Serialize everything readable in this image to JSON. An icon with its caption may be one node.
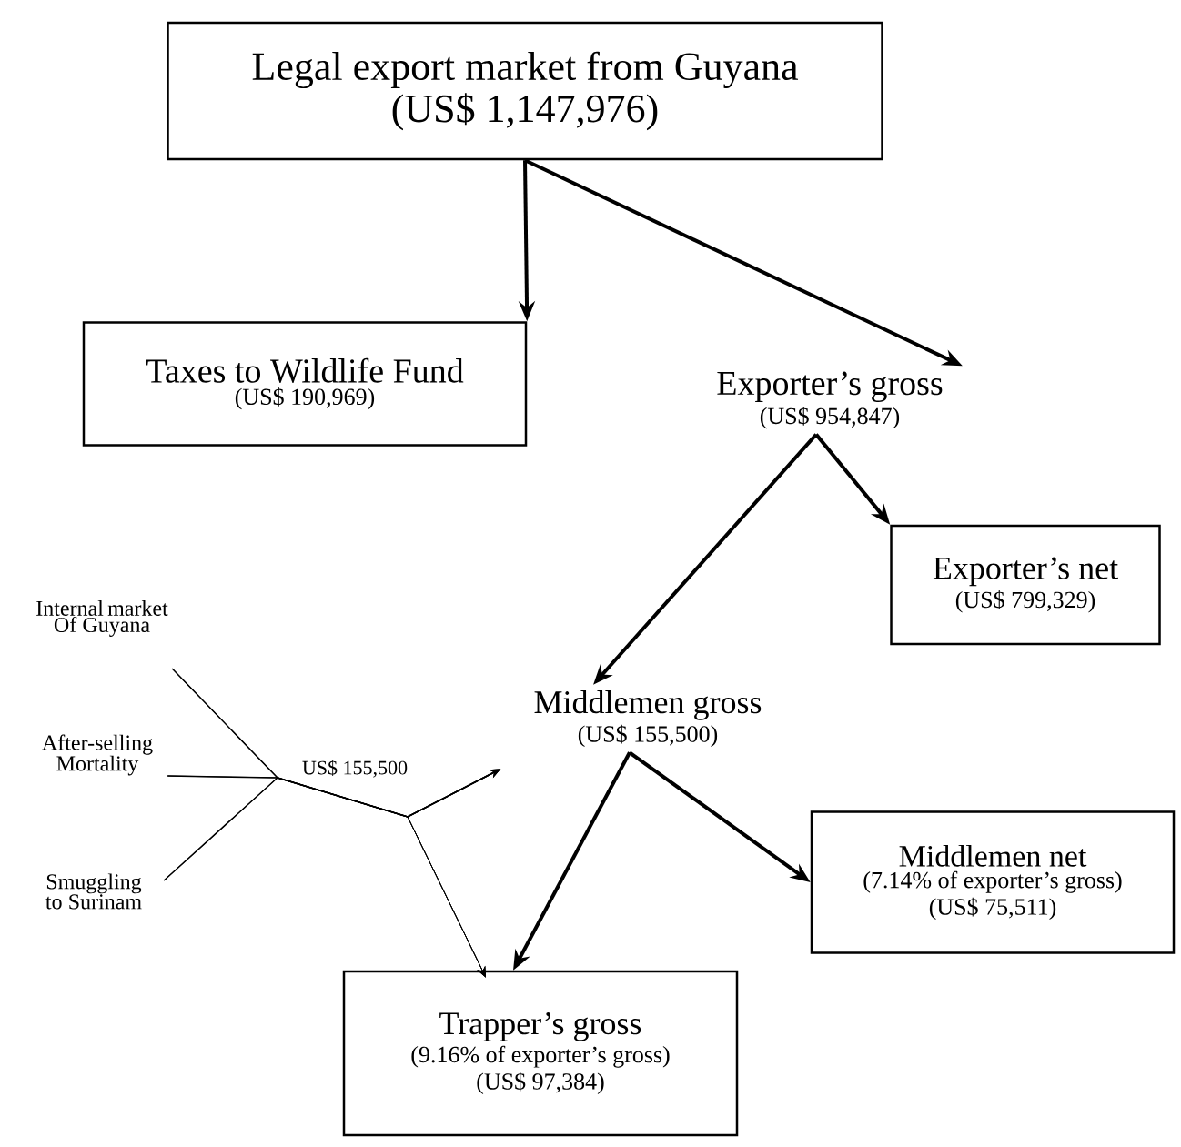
{
  "diagram": {
    "nodes": [
      {
        "text": [
          "Legal export market from Guyana",
          "(US$ 1,147,976)"
        ]
      },
      {
        "text": [
          "Taxes to Wildlife Fund",
          "(US$ 190,969)"
        ]
      },
      {
        "text": [
          "Exporter’s gross",
          "(US$ 954,847)"
        ]
      },
      {
        "text": [
          "Exporter’s net",
          "(US$ 799,329)"
        ]
      },
      {
        "text": [
          "Middlemen gross",
          "(US$ 155,500)"
        ]
      },
      {
        "text": [
          "Middlemen net",
          "(7.14% of exporter’s gross)",
          "(US$ 75,511)"
        ]
      },
      {
        "text": [
          "Trapper’s gross",
          "(9.16% of exporter’s gross)",
          "(US$ 97,384)"
        ]
      },
      {
        "text": [
          "Internal market Of Guyana"
        ]
      },
      {
        "text": [
          "After-selling Mortality"
        ]
      },
      {
        "text": [
          "Smuggling to Surinam"
        ]
      }
    ],
    "edges": [
      {
        "from": 0,
        "to": 1,
        "arrow": "to",
        "style": "thick"
      },
      {
        "from": 0,
        "to": 2,
        "arrow": "to",
        "style": "thick"
      },
      {
        "from": 2,
        "to": 3,
        "arrow": "to",
        "style": "thick"
      },
      {
        "from": 2,
        "to": 4,
        "arrow": "to",
        "style": "thick"
      },
      {
        "from": 4,
        "to": 5,
        "arrow": "to",
        "style": "thick"
      },
      {
        "from": 4,
        "to": 6,
        "arrow": "to",
        "style": "thick"
      },
      {
        "from": 7,
        "to": 4,
        "arrow": "to",
        "label": "US$ 155,500"
      },
      {
        "from": 8,
        "to": 4,
        "arrow": "to"
      },
      {
        "from": 9,
        "to": 4,
        "arrow": "to"
      },
      {
        "from": 7,
        "to": 6,
        "arrow": "to"
      },
      {
        "from": 8,
        "to": 6,
        "arrow": "to"
      },
      {
        "from": 9,
        "to": 6,
        "arrow": "to"
      }
    ]
  }
}
